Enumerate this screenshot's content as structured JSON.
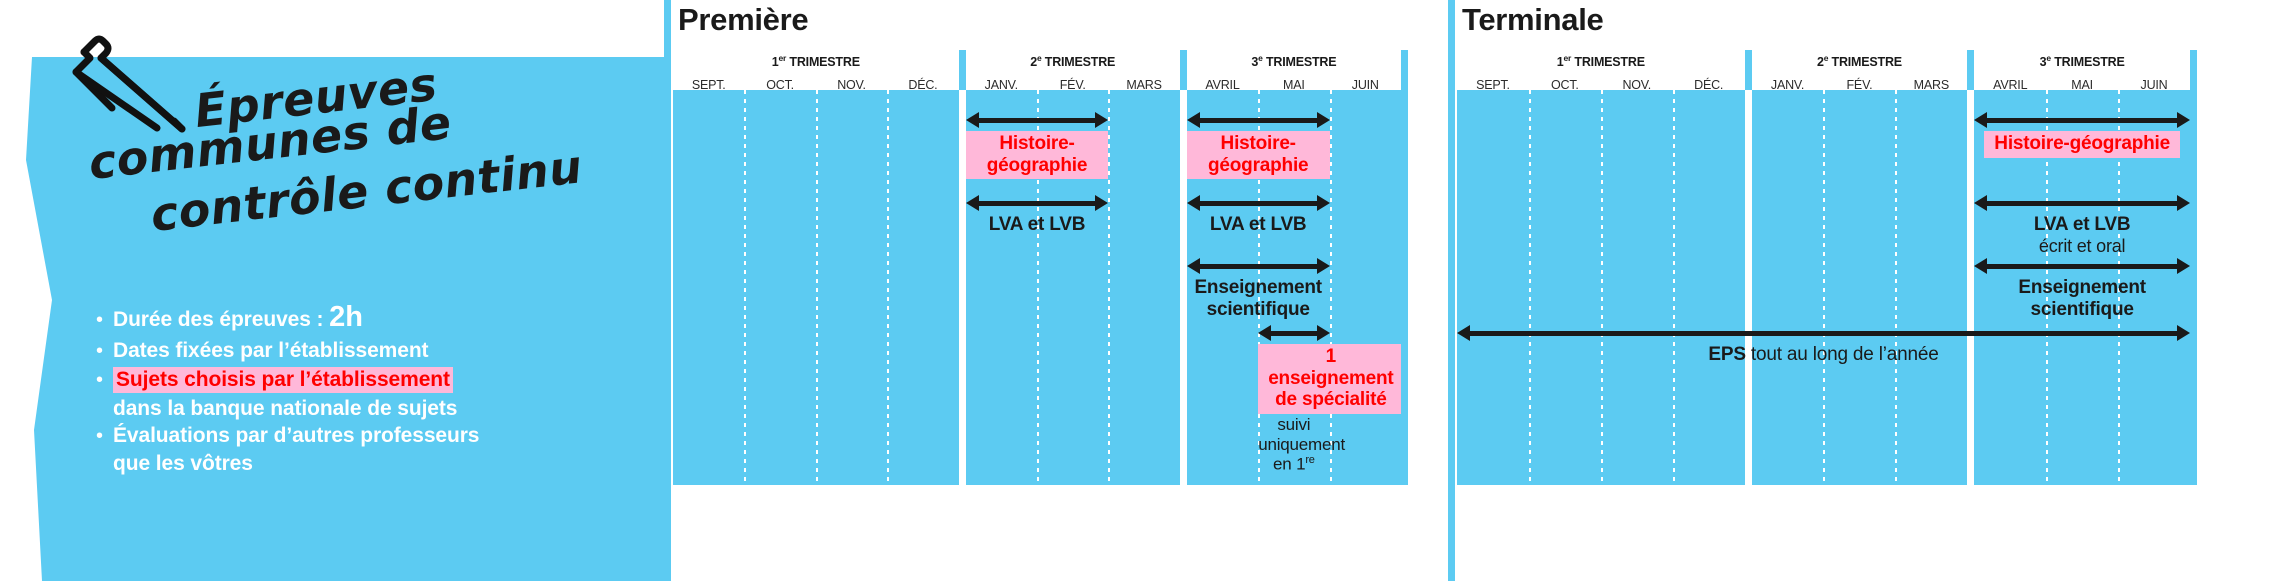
{
  "colors": {
    "blue": "#5ccbf2",
    "pink_bg": "#ffb8d9",
    "red_text": "#ff0000",
    "ink": "#1a1a1a",
    "white": "#ffffff"
  },
  "left_panel": {
    "icon": "pen-icon",
    "title_lines": [
      "Épreuves",
      "communes de",
      "contrôle continu"
    ],
    "bullets": [
      {
        "text": "Durée des épreuves : ",
        "emphasis": "2h",
        "style": "plain-with-big"
      },
      {
        "text": "Dates fixées par l’établissement",
        "style": "plain"
      },
      {
        "text": "Sujets choisis par l’établissement",
        "style": "highlight",
        "sub": "dans la banque nationale de sujets"
      },
      {
        "text": "Évaluations par d’autres professeurs",
        "style": "plain",
        "sub": "que les vôtres"
      }
    ]
  },
  "years": [
    {
      "id": "premiere",
      "title": "Première",
      "trimesters": [
        {
          "label": "1",
          "ordinal": "er",
          "label_suffix": " TRIMESTRE",
          "months": [
            "SEPT.",
            "OCT.",
            "NOV.",
            "DÉC."
          ]
        },
        {
          "label": "2",
          "ordinal": "e",
          "label_suffix": " TRIMESTRE",
          "months": [
            "JANV.",
            "FÉV.",
            "MARS"
          ]
        },
        {
          "label": "3",
          "ordinal": "e",
          "label_suffix": " TRIMESTRE",
          "months": [
            "AVRIL",
            "MAI",
            "JUIN"
          ]
        }
      ],
      "items": [
        {
          "name": "histoire-geographie-t2",
          "label": "Histoire-géographie",
          "style": "pink",
          "trimester": 2,
          "span_months": [
            "JANV.",
            "FÉV."
          ],
          "row": 0
        },
        {
          "name": "lva-lvb-t2",
          "label": "LVA et LVB",
          "style": "plain",
          "trimester": 2,
          "span_months": [
            "JANV.",
            "FÉV."
          ],
          "row": 1
        },
        {
          "name": "histoire-geographie-t3",
          "label": "Histoire-géographie",
          "style": "pink",
          "trimester": 3,
          "span_months": [
            "AVRIL",
            "MAI"
          ],
          "row": 0
        },
        {
          "name": "lva-lvb-t3",
          "label": "LVA et LVB",
          "style": "plain",
          "trimester": 3,
          "span_months": [
            "AVRIL",
            "MAI"
          ],
          "row": 1
        },
        {
          "name": "enseignement-scientifique-t3",
          "label": "Enseignement scientifique",
          "style": "plain",
          "trimester": 3,
          "span_months": [
            "AVRIL",
            "MAI"
          ],
          "row": 2
        },
        {
          "name": "enseignement-specialite-t3",
          "label": "1 enseignement de spécialité",
          "style": "pink",
          "note": "suivi uniquement en 1re",
          "note_sup": "re",
          "note_main": "suivi uniquement en 1",
          "trimester": 3,
          "span_months": [
            "MAI"
          ],
          "row": 3
        }
      ]
    },
    {
      "id": "terminale",
      "title": "Terminale",
      "trimesters": [
        {
          "label": "1",
          "ordinal": "er",
          "label_suffix": " TRIMESTRE",
          "months": [
            "SEPT.",
            "OCT.",
            "NOV.",
            "DÉC."
          ]
        },
        {
          "label": "2",
          "ordinal": "e",
          "label_suffix": " TRIMESTRE",
          "months": [
            "JANV.",
            "FÉV.",
            "MARS"
          ]
        },
        {
          "label": "3",
          "ordinal": "e",
          "label_suffix": " TRIMESTRE",
          "months": [
            "AVRIL",
            "MAI",
            "JUIN"
          ]
        }
      ],
      "items": [
        {
          "name": "histoire-geographie-t3",
          "label": "Histoire-géographie",
          "style": "pink",
          "trimester": 3,
          "span_months": [
            "AVRIL",
            "MAI",
            "JUIN"
          ],
          "row": 0
        },
        {
          "name": "lva-lvb-t3",
          "label": "LVA et LVB",
          "sub": "écrit et oral",
          "style": "plain",
          "trimester": 3,
          "span_months": [
            "AVRIL",
            "MAI",
            "JUIN"
          ],
          "row": 1
        },
        {
          "name": "enseignement-scientifique-t3",
          "label": "Enseignement scientifique",
          "style": "plain",
          "trimester": 3,
          "span_months": [
            "AVRIL",
            "MAI",
            "JUIN"
          ],
          "row": 2
        },
        {
          "name": "eps-full-year",
          "label_bold": "EPS",
          "label_rest": " tout au long de l’année",
          "style": "full",
          "trimester": 0,
          "span_months": [
            "ALL"
          ],
          "row": 3
        }
      ]
    }
  ]
}
